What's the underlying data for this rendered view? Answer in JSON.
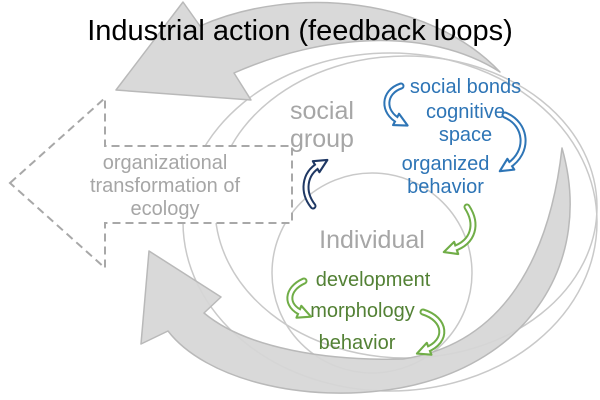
{
  "title": "Industrial action (feedback loops)",
  "left_arrow": {
    "text": "organizational transformation of ecology"
  },
  "social_group": {
    "label": "social group",
    "items": [
      "social bonds",
      "cognitive space",
      "organized behavior"
    ]
  },
  "individual": {
    "label": "Individual",
    "items": [
      "development",
      "morphology",
      "behavior"
    ]
  },
  "colors": {
    "title_text": "#000000",
    "gray_text": "#a6a6a6",
    "blue": "#2e75b6",
    "green_text": "#538135",
    "green_arrow": "#70ad47",
    "navy_arrow": "#1f3864",
    "loop_fill": "#d6d6d6",
    "outline_gray": "#c9c9c9",
    "dashed_arrow_border": "#a8a8a8"
  }
}
